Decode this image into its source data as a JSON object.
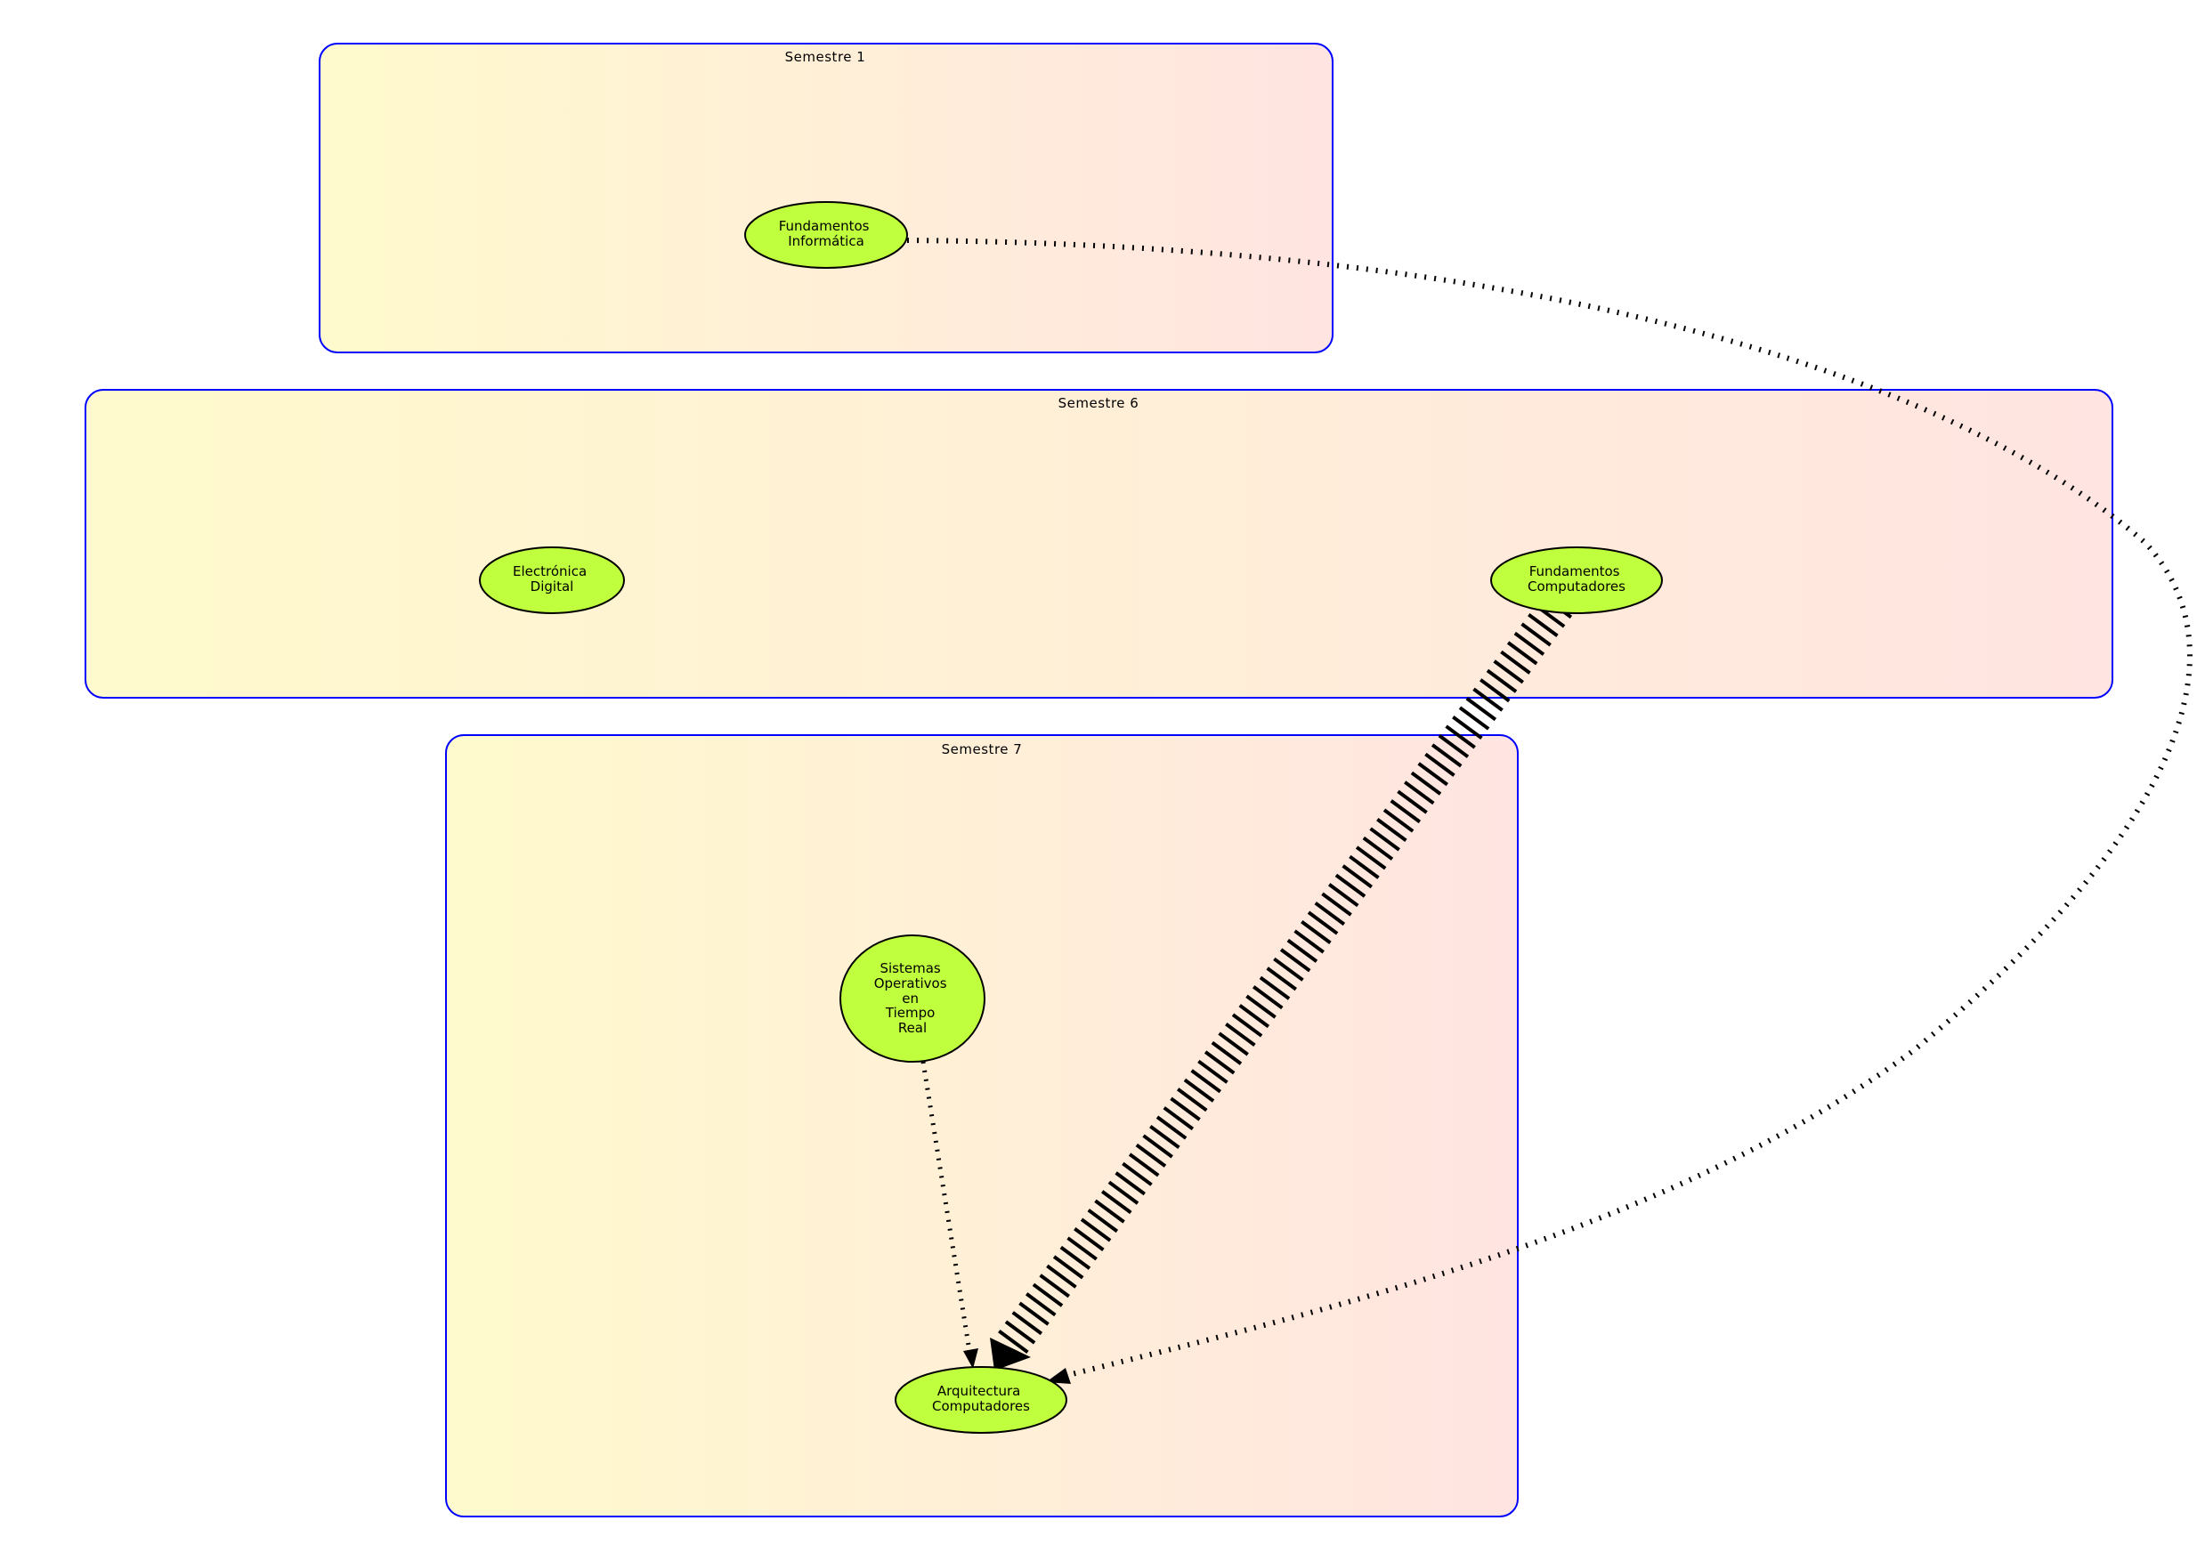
{
  "colors": {
    "cluster_border": "#0000ff",
    "cluster_fill_start": "#fffacd",
    "cluster_fill_end": "#ffe4e1",
    "node_fill": "#c0ff3e",
    "edge": "#000000"
  },
  "clusters": [
    {
      "id": "sem1",
      "label": "Semestre 1"
    },
    {
      "id": "sem6",
      "label": "Semestre 6"
    },
    {
      "id": "sem7",
      "label": "Semestre 7"
    }
  ],
  "nodes": [
    {
      "id": "fund_inf",
      "cluster": "sem1",
      "lines": [
        "Fundamentos",
        "Informática"
      ]
    },
    {
      "id": "elec_dig",
      "cluster": "sem6",
      "lines": [
        "Electrónica",
        "Digital"
      ]
    },
    {
      "id": "fund_comp",
      "cluster": "sem6",
      "lines": [
        "Fundamentos",
        "Computadores"
      ]
    },
    {
      "id": "sotr",
      "cluster": "sem7",
      "lines": [
        "Sistemas",
        "Operativos",
        "en",
        "Tiempo",
        "Real"
      ]
    },
    {
      "id": "arq_comp",
      "cluster": "sem7",
      "lines": [
        "Arquitectura",
        "Computadores"
      ]
    }
  ],
  "edges": [
    {
      "from": "fund_inf",
      "to": "arq_comp",
      "style": "dotted"
    },
    {
      "from": "fund_comp",
      "to": "arq_comp",
      "style": "hatched-bold"
    },
    {
      "from": "sotr",
      "to": "arq_comp",
      "style": "dotted"
    }
  ]
}
